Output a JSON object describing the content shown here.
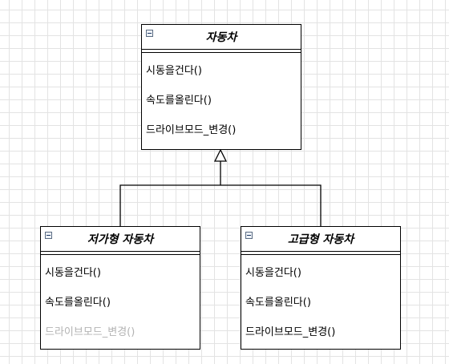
{
  "classes": {
    "parent": {
      "name": "자동차",
      "methods": [
        "시동을건다()",
        "속도를올린다()",
        "드라이브모드_변경()"
      ]
    },
    "budget": {
      "name": "저가형 자동차",
      "methods": [
        "시동을건다()",
        "속도를올린다()",
        "드라이브모드_변경()"
      ],
      "muted_method": "드라이브모드_변경()"
    },
    "premium": {
      "name": "고급형 자동차",
      "methods": [
        "시동을건다()",
        "속도를올린다()",
        "드라이브모드_변경()"
      ]
    }
  },
  "relationships": [
    {
      "type": "generalization",
      "from": "저가형 자동차",
      "to": "자동차"
    },
    {
      "type": "generalization",
      "from": "고급형 자동차",
      "to": "자동차"
    }
  ],
  "colors": {
    "border": "#000000",
    "muted_text": "#b3b3b3",
    "grid": "#e3e3e3"
  },
  "icons": {
    "class_header": "collapse-icon"
  }
}
